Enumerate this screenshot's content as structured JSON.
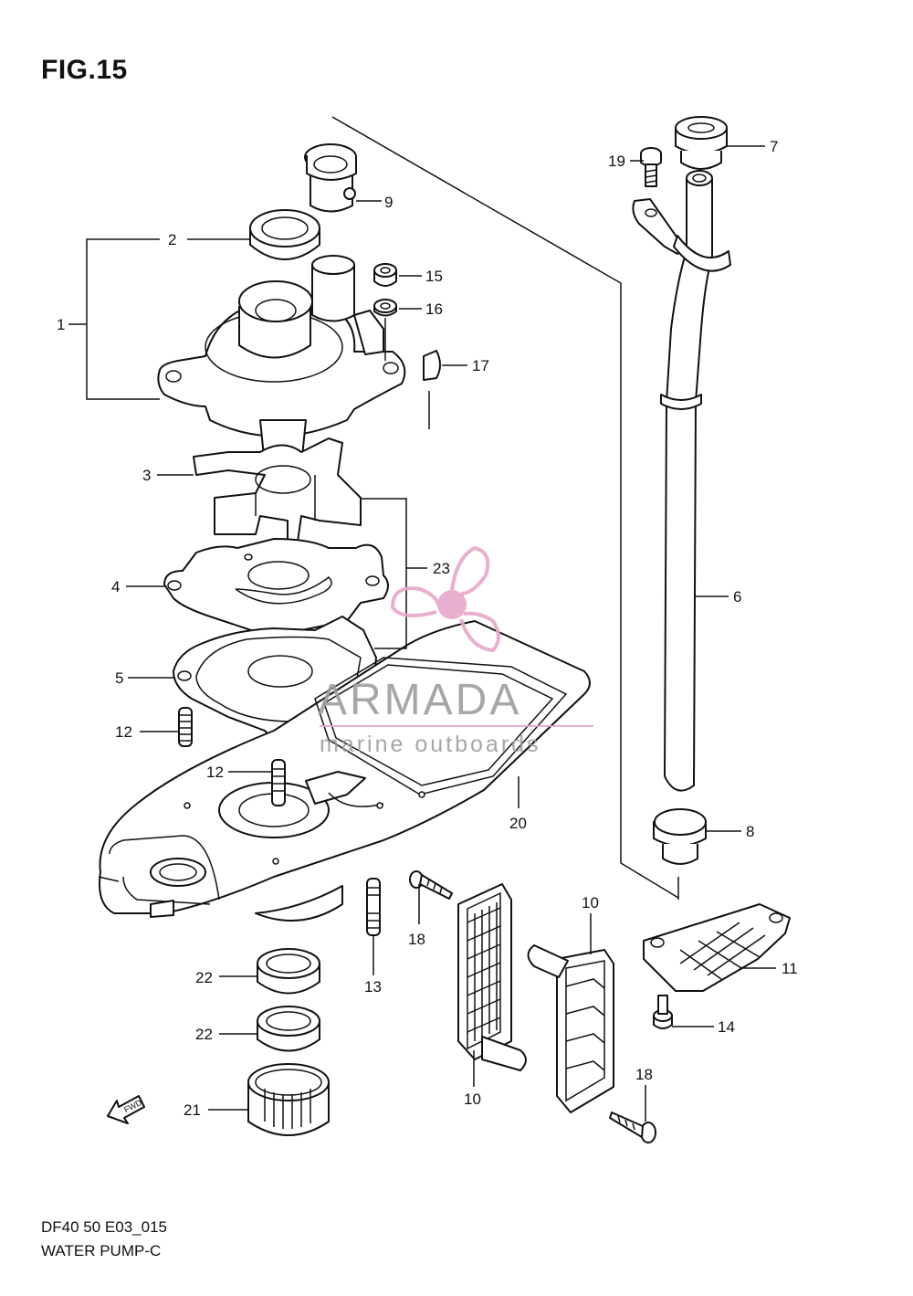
{
  "figure": {
    "title": "FIG.15",
    "code": "DF40 50 E03_015",
    "name": "WATER PUMP-C"
  },
  "watermark": {
    "brand": "ARMADA",
    "tagline": "marine outboards",
    "logo_color": "#e8a6c9",
    "text_color": "#9e9e9e"
  },
  "callouts": {
    "c1": "1",
    "c2": "2",
    "c3": "3",
    "c4": "4",
    "c5": "5",
    "c6": "6",
    "c7": "7",
    "c8": "8",
    "c9": "9",
    "c10a": "10",
    "c10b": "10",
    "c11": "11",
    "c12a": "12",
    "c12b": "12",
    "c13": "13",
    "c14": "14",
    "c15": "15",
    "c16": "16",
    "c17": "17",
    "c18a": "18",
    "c18b": "18",
    "c19": "19",
    "c20": "20",
    "c21": "21",
    "c22a": "22",
    "c22b": "22",
    "c23": "23"
  },
  "arrow": {
    "label": "FWD"
  }
}
